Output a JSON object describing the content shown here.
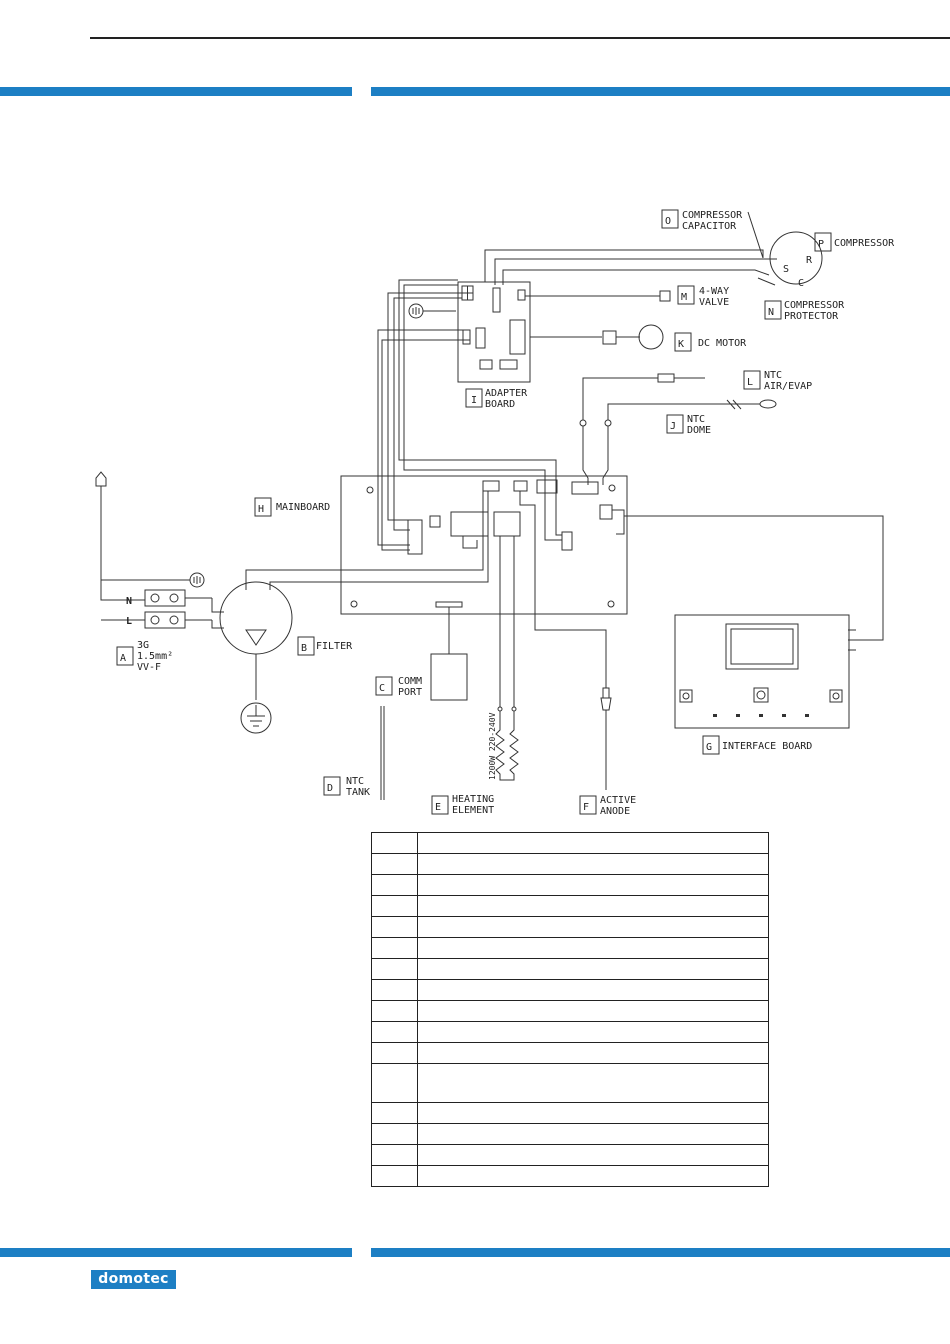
{
  "brand": {
    "name": "domotec",
    "color": "#1d7fc4"
  },
  "labels": {
    "O_line1": "COMPRESSOR",
    "O_line2": "CAPACITOR",
    "P_line1": "COMPRESSOR",
    "M_line1": "4-WAY",
    "M_line2": "VALVE",
    "N_line1": "COMPRESSOR",
    "N_line2": "PROTECTOR",
    "K_line1": "DC MOTOR",
    "L_line1": "NTC",
    "L_line2": "AIR/EVAP",
    "J_line1": "NTC",
    "J_line2": "DOME",
    "I_line1": "ADAPTER",
    "I_line2": "BOARD",
    "H_line1": "MAINBOARD",
    "B_line1": "FILTER",
    "A_line1": "3G",
    "A_line2": "1.5mm²",
    "A_line3": "VV-F",
    "C_line1": "COMM",
    "C_line2": "PORT",
    "D_line1": "NTC",
    "D_line2": "TANK",
    "E_line1": "HEATING",
    "E_line2": "ELEMENT",
    "F_line1": "ACTIVE",
    "F_line2": "ANODE",
    "G_line1": "INTERFACE BOARD",
    "heater_rating": "1200W 220-240V",
    "terminal_N": "N",
    "terminal_L": "L",
    "compressor_S": "S",
    "compressor_R": "R",
    "compressor_C": "C"
  },
  "letters": {
    "O": "O",
    "P": "P",
    "M": "M",
    "N": "N",
    "K": "K",
    "L": "L",
    "J": "J",
    "I": "I",
    "H": "H",
    "B": "B",
    "A": "A",
    "C": "C",
    "D": "D",
    "E": "E",
    "F": "F",
    "G": "G"
  },
  "legend_rows": [
    {
      "key": "",
      "value": "",
      "tall": false
    },
    {
      "key": "",
      "value": "",
      "tall": false
    },
    {
      "key": "",
      "value": "",
      "tall": false
    },
    {
      "key": "",
      "value": "",
      "tall": false
    },
    {
      "key": "",
      "value": "",
      "tall": false
    },
    {
      "key": "",
      "value": "",
      "tall": false
    },
    {
      "key": "",
      "value": "",
      "tall": false
    },
    {
      "key": "",
      "value": "",
      "tall": false
    },
    {
      "key": "",
      "value": "",
      "tall": false
    },
    {
      "key": "",
      "value": "",
      "tall": false
    },
    {
      "key": "",
      "value": "",
      "tall": false
    },
    {
      "key": "",
      "value": "",
      "tall": true
    },
    {
      "key": "",
      "value": "",
      "tall": false
    },
    {
      "key": "",
      "value": "",
      "tall": false
    },
    {
      "key": "",
      "value": "",
      "tall": false
    },
    {
      "key": "",
      "value": "",
      "tall": false
    }
  ]
}
